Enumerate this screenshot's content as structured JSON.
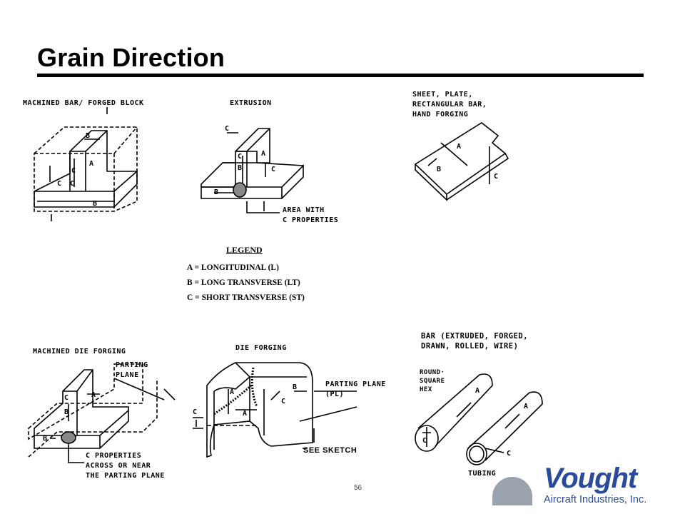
{
  "title": "Grain Direction",
  "diagrams": {
    "machined_bar": {
      "caption": "MACHINED BAR/ FORGED BLOCK"
    },
    "extrusion": {
      "caption": "EXTRUSION",
      "note": "AREA WITH\nC PROPERTIES"
    },
    "sheet": {
      "caption": "SHEET, PLATE,\nRECTANGULAR BAR,\nHAND FORGING"
    },
    "machined_die_forging": {
      "caption": "MACHINED DIE FORGING",
      "plane_label": "PARTING\nPLANE",
      "note": "C PROPERTIES\nACROSS OR NEAR\nTHE PARTING PLANE"
    },
    "die_forging": {
      "caption": "DIE FORGING",
      "plane_label": "PARTING PLANE\n(PL)",
      "note": "SEE SKETCH"
    },
    "bar": {
      "caption": "BAR (EXTRUDED, FORGED,\nDRAWN, ROLLED, WIRE)",
      "shapes": "ROUND·\nSQUARE\nHEX",
      "tubing": "TUBING"
    }
  },
  "legend": {
    "heading": "LEGEND",
    "entries": [
      "A = LONGITUDINAL (L)",
      "B = LONG TRANSVERSE (LT)",
      "C = SHORT TRANSVERSE (ST)"
    ]
  },
  "axis_letters": {
    "a": "A",
    "b": "B",
    "c": "C"
  },
  "page_number": "56",
  "logo": {
    "word": "Vought",
    "subtitle": "Aircraft Industries, Inc.",
    "color": "#2a4a9a"
  }
}
